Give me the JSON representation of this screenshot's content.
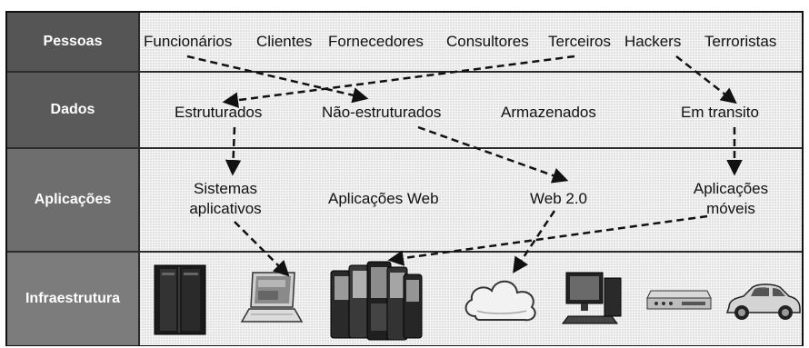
{
  "rows": {
    "pessoas": "Pessoas",
    "dados": "Dados",
    "aplicacoes": "Aplicações",
    "infraestrutura": "Infraestrutura"
  },
  "pessoas": {
    "funcionarios": "Funcionários",
    "clientes": "Clientes",
    "fornecedores": "Fornecedores",
    "consultores": "Consultores",
    "terceiros": "Terceiros",
    "hackers": "Hackers",
    "terroristas": "Terroristas"
  },
  "dados": {
    "estruturados": "Estruturados",
    "nao_estruturados": "Não-estruturados",
    "armazenados": "Armazenados",
    "em_transito": "Em transito"
  },
  "aplicacoes": {
    "sistemas_line1": "Sistemas",
    "sistemas_line2": "aplicativos",
    "web": "Aplicações Web",
    "web20": "Web 2.0",
    "moveis_line1": "Aplicações",
    "moveis_line2": "móveis"
  },
  "infraestrutura": {
    "icons": [
      "server-icon",
      "laptop-icon",
      "mobile-phones-icon",
      "cloud-icon",
      "desktop-computer-icon",
      "network-appliance-icon",
      "car-icon"
    ]
  },
  "colors": {
    "label_bg": "#555555",
    "line": "#111111",
    "pattern_bg": "#e2e2e2"
  }
}
